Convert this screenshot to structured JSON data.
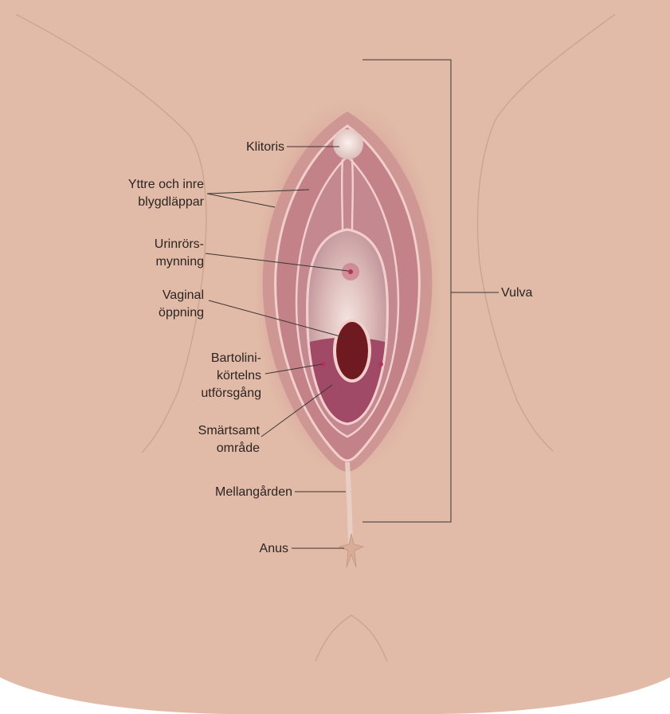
{
  "colors": {
    "skin": "#e2bba8",
    "skin_contour": "#cfa48f",
    "outer_labia": "#cf9794",
    "inner_labia": "#c28287",
    "vestibule": "#d9b7b5",
    "painful_area": "#a14a68",
    "vaginal_opening": "#6e1a20",
    "pink_outline": "#f2cfcc",
    "clitoris": "#f1dcd7",
    "dot": "#b1345c",
    "leader_line": "#3a3331",
    "label_text": "#2b2421"
  },
  "labels": {
    "clitoris": "Klitoris",
    "labia_line1": "Yttre och inre",
    "labia_line2": "blygdläppar",
    "urethra_line1": "Urinrörs-",
    "urethra_line2": "mynning",
    "vaginal_line1": "Vaginal",
    "vaginal_line2": "öppning",
    "bartholin_line1": "Bartolini-",
    "bartholin_line2": "körtelns",
    "bartholin_line3": "utförsgång",
    "painful_line1": "Smärtsamt",
    "painful_line2": "område",
    "perineum": "Mellangården",
    "anus": "Anus",
    "vulva": "Vulva"
  }
}
